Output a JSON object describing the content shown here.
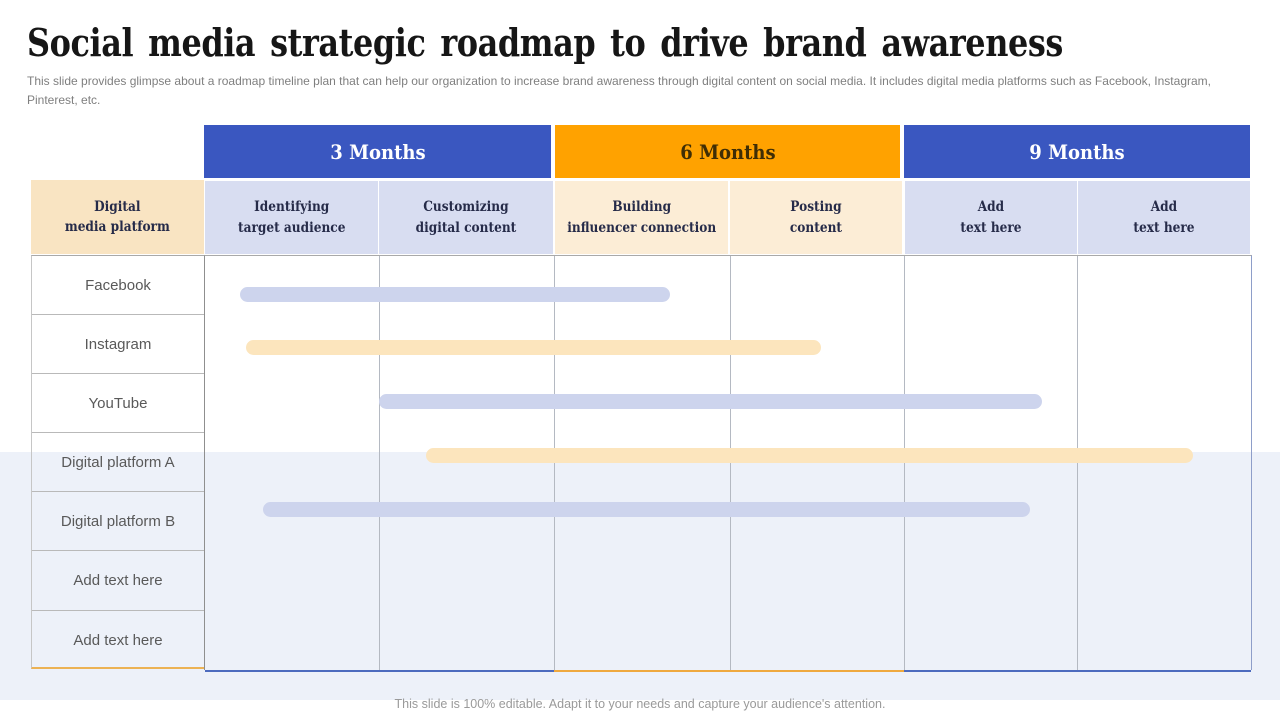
{
  "slide": {
    "title": "Social media strategic roadmap to drive brand awareness",
    "subtitle": "This slide provides glimpse about a roadmap timeline plan that can help our organization to increase brand awareness through digital content on social media. It includes digital media platforms such as Facebook, Instagram, Pinterest, etc.",
    "footer": "This slide is 100% editable. Adapt it to your needs and capture your audience's attention."
  },
  "colors": {
    "header_blue": "#3A57C0",
    "header_orange": "#FFA200",
    "cell_lavender": "#D8DDF1",
    "cell_cream": "#FCEDD6",
    "corner_cream": "#F9E4C2",
    "bar_lavender": "#CDD4ED",
    "bar_cream": "#FCE5BD",
    "band_lavender": "#EDF1F9"
  },
  "table": {
    "corner_header": "Digital\nmedia platform",
    "months": [
      {
        "label": "3 Months",
        "color": "blue"
      },
      {
        "label": "6 Months",
        "color": "orange"
      },
      {
        "label": "9 Months",
        "color": "blue"
      }
    ],
    "phases": [
      {
        "label": "Identifying\ntarget audience",
        "tint": "lavender"
      },
      {
        "label": "Customizing\ndigital content",
        "tint": "lavender"
      },
      {
        "label": "Building\ninfluencer connection",
        "tint": "cream"
      },
      {
        "label": "Posting\ncontent",
        "tint": "cream"
      },
      {
        "label": "Add\ntext here",
        "tint": "lavender"
      },
      {
        "label": "Add\ntext here",
        "tint": "lavender"
      }
    ],
    "rows": [
      {
        "label": "Facebook"
      },
      {
        "label": "Instagram"
      },
      {
        "label": "YouTube"
      },
      {
        "label": "Digital platform A"
      },
      {
        "label": "Digital platform B"
      },
      {
        "label": "Add text here"
      },
      {
        "label": "Add text here"
      }
    ]
  },
  "chart_data": {
    "type": "gantt",
    "unit": "months",
    "axis_span": [
      0,
      9
    ],
    "bars": [
      {
        "platform": "Facebook",
        "start": 0.3,
        "end": 4.0,
        "color": "lavender"
      },
      {
        "platform": "Instagram",
        "start": 0.35,
        "end": 5.3,
        "color": "cream"
      },
      {
        "platform": "YouTube",
        "start": 1.5,
        "end": 7.2,
        "color": "lavender"
      },
      {
        "platform": "Digital platform A",
        "start": 1.9,
        "end": 8.5,
        "color": "cream"
      },
      {
        "platform": "Digital platform B",
        "start": 0.5,
        "end": 7.1,
        "color": "lavender"
      }
    ]
  }
}
